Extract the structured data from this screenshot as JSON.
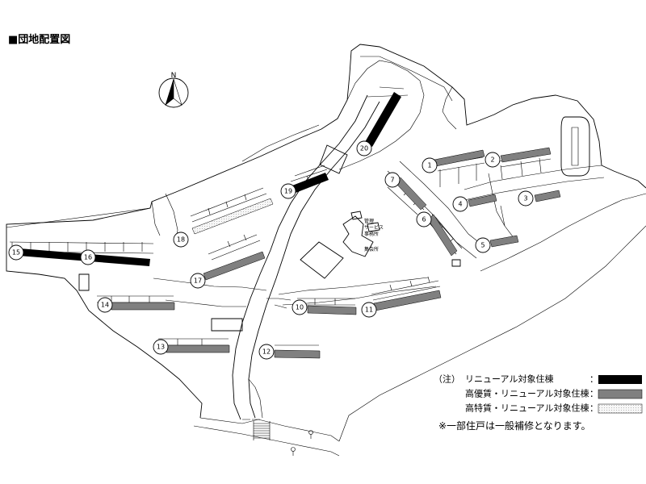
{
  "title": "■団地配置図",
  "compass": {
    "label": "N"
  },
  "colors": {
    "renewal": "#000000",
    "high_quality": "#808080",
    "special": "#ececec",
    "line": "#000000"
  },
  "buildings": [
    {
      "id": "1",
      "label": "1",
      "category": "high_quality"
    },
    {
      "id": "2",
      "label": "2",
      "category": "high_quality"
    },
    {
      "id": "3",
      "label": "3",
      "category": "high_quality"
    },
    {
      "id": "4",
      "label": "4",
      "category": "high_quality"
    },
    {
      "id": "5",
      "label": "5",
      "category": "high_quality"
    },
    {
      "id": "6",
      "label": "6",
      "category": "high_quality"
    },
    {
      "id": "7",
      "label": "7",
      "category": "high_quality"
    },
    {
      "id": "10",
      "label": "10",
      "category": "high_quality"
    },
    {
      "id": "11",
      "label": "11",
      "category": "high_quality"
    },
    {
      "id": "12",
      "label": "12",
      "category": "high_quality"
    },
    {
      "id": "13",
      "label": "13",
      "category": "high_quality"
    },
    {
      "id": "14",
      "label": "14",
      "category": "high_quality"
    },
    {
      "id": "15",
      "label": "15",
      "category": "renewal"
    },
    {
      "id": "16",
      "label": "16",
      "category": "renewal"
    },
    {
      "id": "17",
      "label": "17",
      "category": "high_quality"
    },
    {
      "id": "18",
      "label": "18",
      "category": "special"
    },
    {
      "id": "19",
      "label": "19",
      "category": "renewal"
    },
    {
      "id": "20",
      "label": "20",
      "category": "renewal"
    }
  ],
  "facilities": {
    "management_line1": "管理",
    "management_line2": "サービス",
    "management_line3": "事務所",
    "meeting_hall": "集会所"
  },
  "legend": {
    "heading": "（注）",
    "items": [
      {
        "label": "リニューアル対象住棟",
        "colon": "：",
        "category": "renewal"
      },
      {
        "label": "高優賃・リニューアル対象住棟",
        "colon": "：",
        "category": "high_quality"
      },
      {
        "label": "高特賃・リニューアル対象住棟",
        "colon": "：",
        "category": "special"
      }
    ],
    "note": "※一部住戸は一般補修となります。"
  }
}
